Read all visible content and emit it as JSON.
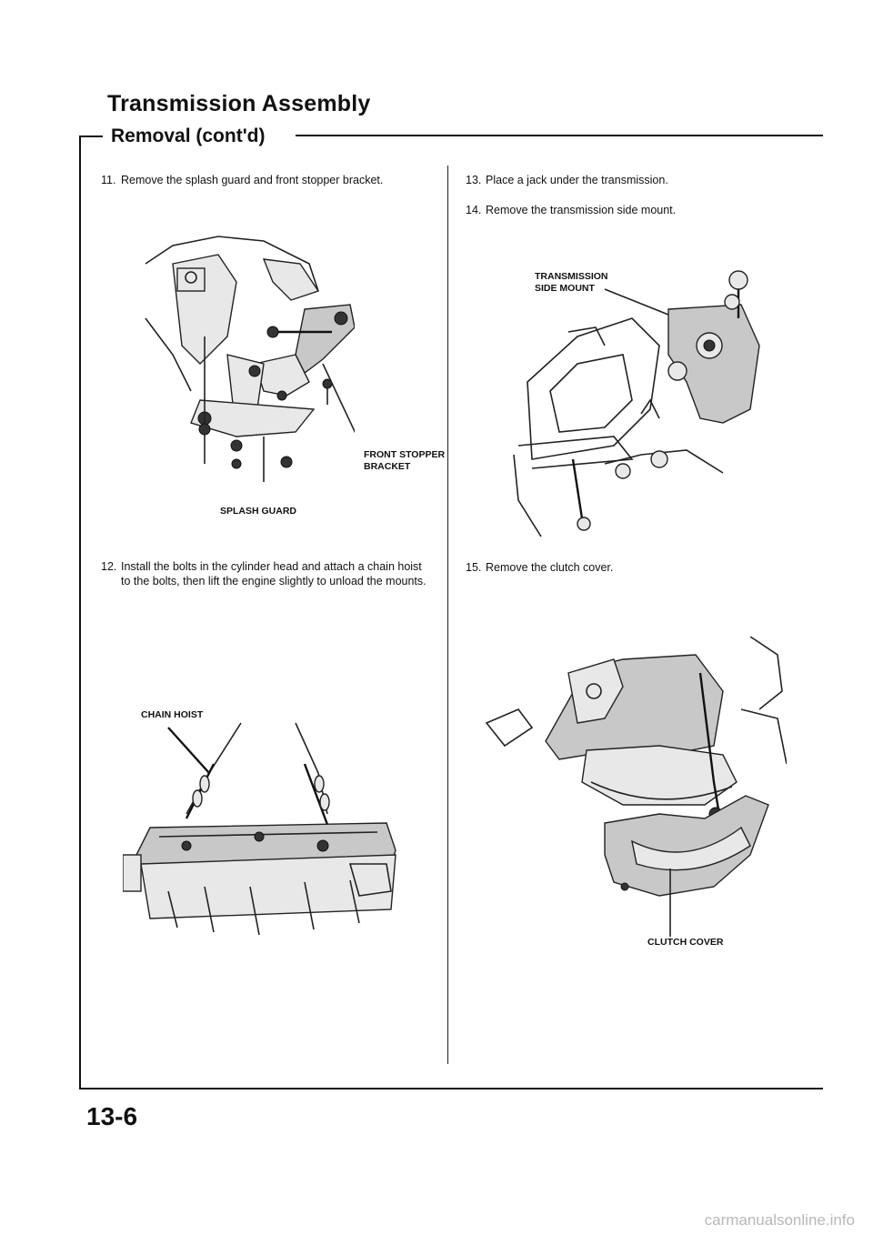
{
  "header": {
    "title": "Transmission Assembly",
    "subtitle": "Removal (cont'd)"
  },
  "steps": [
    {
      "num": "11.",
      "text": "Remove the splash guard and front stopper bracket."
    },
    {
      "num": "12.",
      "text": "Install the bolts in the cylinder head and attach a chain hoist to the bolts, then lift the engine slightly to unload the mounts."
    },
    {
      "num": "13.",
      "text": "Place a jack under the transmission."
    },
    {
      "num": "14.",
      "text": "Remove the transmission side mount."
    },
    {
      "num": "15.",
      "text": "Remove the clutch cover."
    }
  ],
  "callouts": {
    "front_stopper_bracket": [
      "FRONT STOPPER",
      "BRACKET"
    ],
    "splash_guard": "SPLASH GUARD",
    "chain_hoist": "CHAIN HOIST",
    "transmission_side_mount": [
      "TRANSMISSION",
      "SIDE MOUNT"
    ],
    "clutch_cover": "CLUTCH COVER"
  },
  "page_number": "13-6",
  "footer": "carmanualsonline.info"
}
